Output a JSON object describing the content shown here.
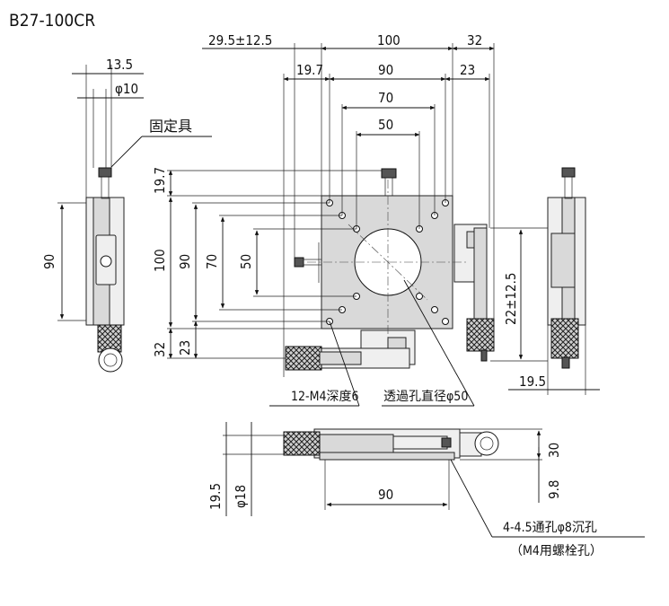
{
  "title": "B27-100CR",
  "dimensions": {
    "top_offset": "29.5±12.5",
    "top_width": "100",
    "top_overhang": "32",
    "side_screw_offset": "13.5",
    "side_screw_dia": "φ10",
    "pitch_offset": "19.7",
    "hole_span_90": "90",
    "micrometer_offset": "23",
    "hole_span_70": "70",
    "hole_span_50": "50",
    "left_offset": "19.7",
    "height_100": "100",
    "height_90": "90",
    "height_70": "70",
    "height_50": "50",
    "bottom_32": "32",
    "bottom_23": "23",
    "side_height_90": "90",
    "right_stroke": "22±12.5",
    "right_offset": "19.5",
    "front_height_30": "30",
    "front_9_8": "9.8",
    "front_19_5": "19.5",
    "front_dia_18": "φ18",
    "front_width_90": "90"
  },
  "labels": {
    "lock": "固定具",
    "tapped_holes": "12-M4深度6",
    "through_hole": "透過孔直径φ50",
    "mount_holes": "4-4.5通孔φ8沉孔",
    "mount_note": "（M4用螺栓孔）"
  }
}
